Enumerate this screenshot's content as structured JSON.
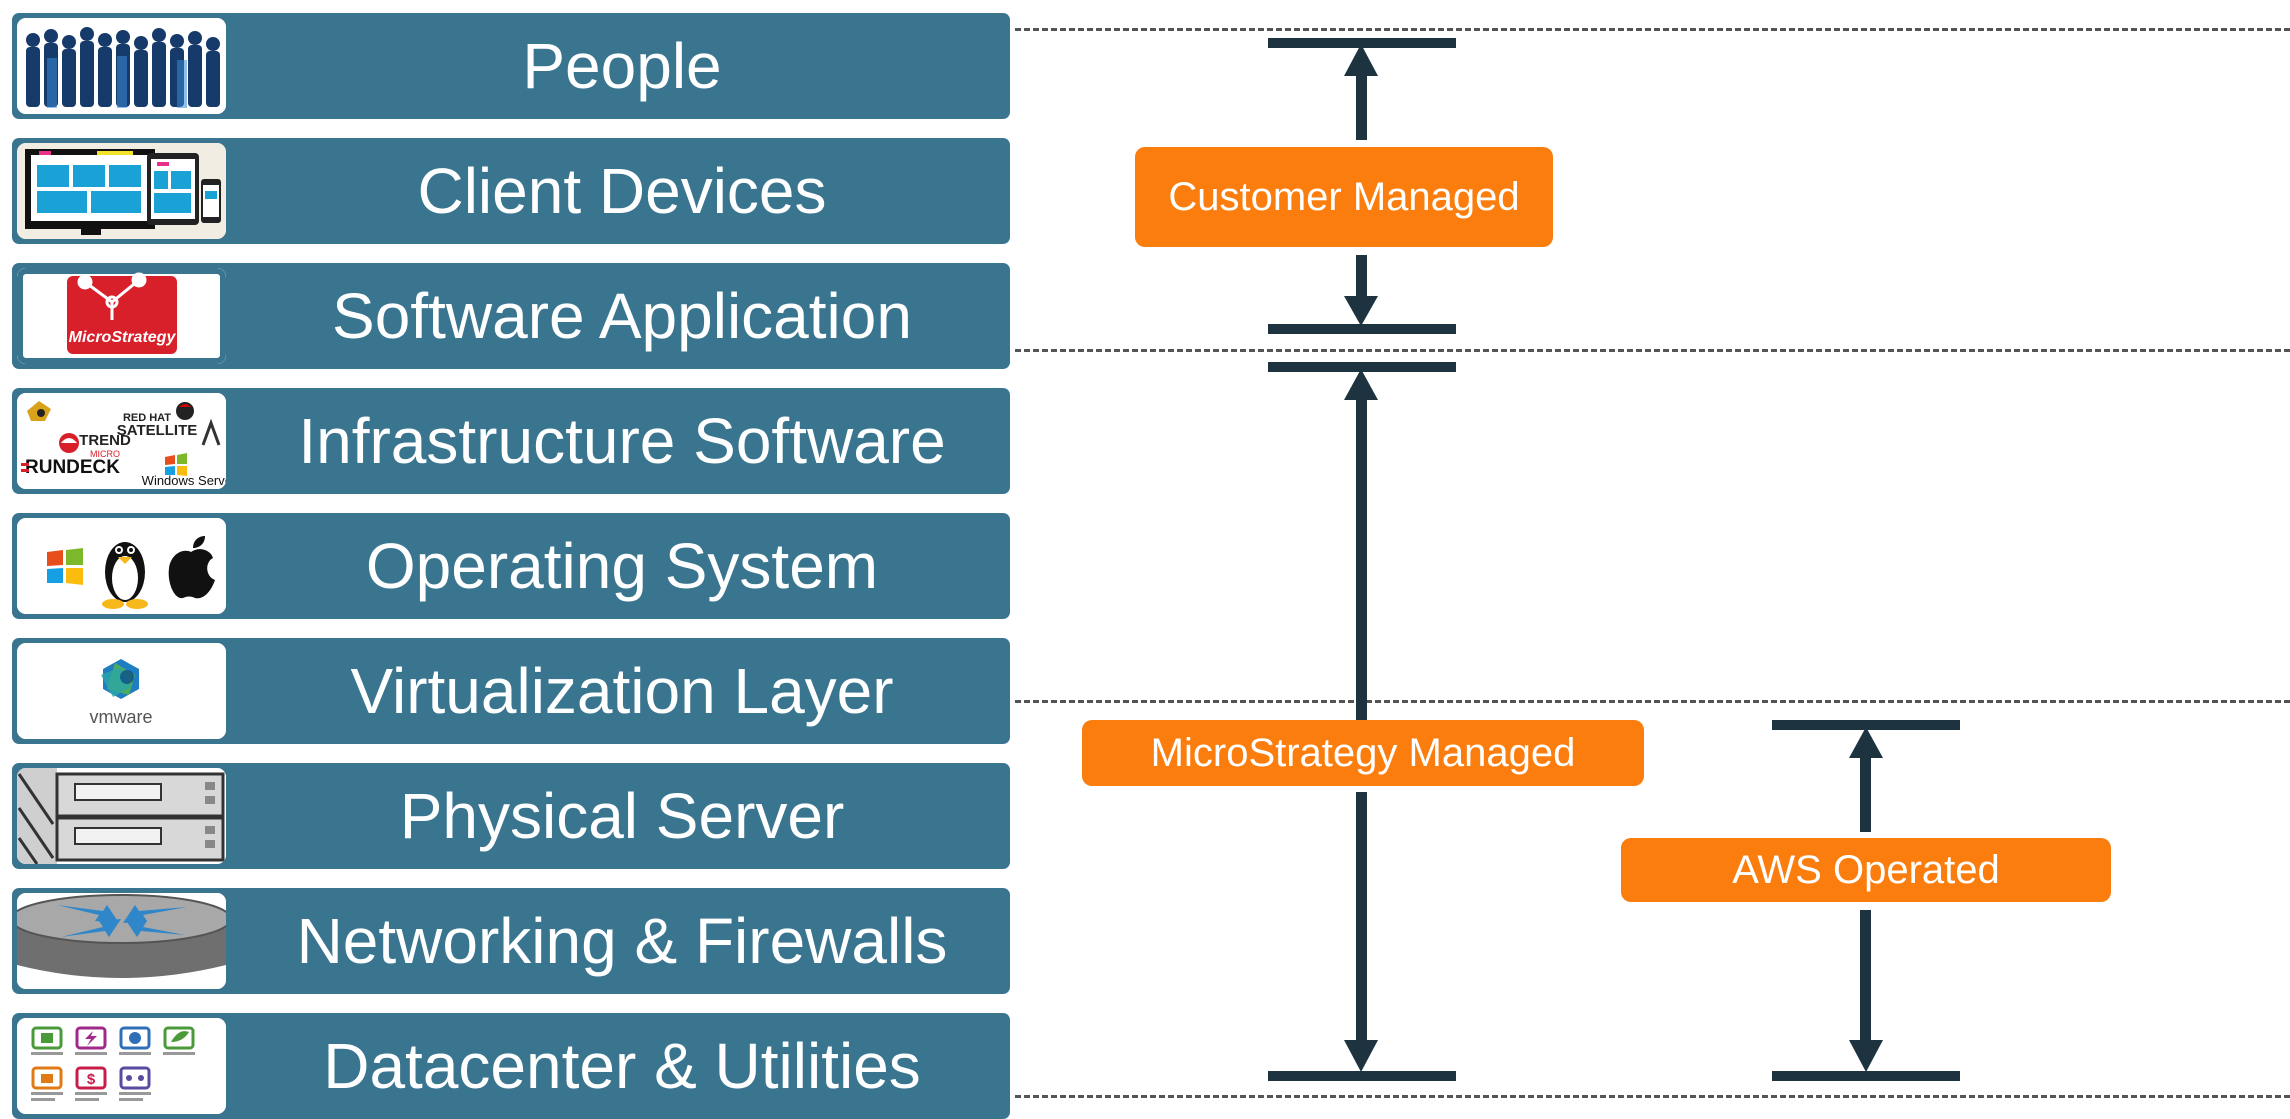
{
  "layers": [
    {
      "label": "People",
      "icon": "people-silhouettes-icon"
    },
    {
      "label": "Client Devices",
      "icon": "client-devices-icon"
    },
    {
      "label": "Software Application",
      "icon": "microstrategy-logo-icon"
    },
    {
      "label": "Infrastructure Software",
      "icon": "infrastructure-software-logos-icon"
    },
    {
      "label": "Operating System",
      "icon": "os-logos-icon"
    },
    {
      "label": "Virtualization Layer",
      "icon": "vmware-logo-icon"
    },
    {
      "label": "Physical Server",
      "icon": "server-rack-icon"
    },
    {
      "label": "Networking & Firewalls",
      "icon": "router-icon"
    },
    {
      "label": "Datacenter & Utilities",
      "icon": "datacenter-utilities-icon"
    }
  ],
  "logo_text": {
    "microstrategy": "MicroStrategy",
    "redhat": "RED HAT",
    "satellite": "SATELLITE",
    "trend": "TREND",
    "micro": "MICRO",
    "rundeck": "RUNDECK",
    "windows_server": "Windows Server",
    "vmware": "vmware"
  },
  "responsibilities": {
    "customer": "Customer Managed",
    "microstrategy": "MicroStrategy Managed",
    "aws": "AWS Operated"
  },
  "colors": {
    "layer_fill": "#3a7590",
    "badge_fill": "#fb7d0d",
    "arrow": "#1d3440",
    "dashed_line": "#555555"
  }
}
